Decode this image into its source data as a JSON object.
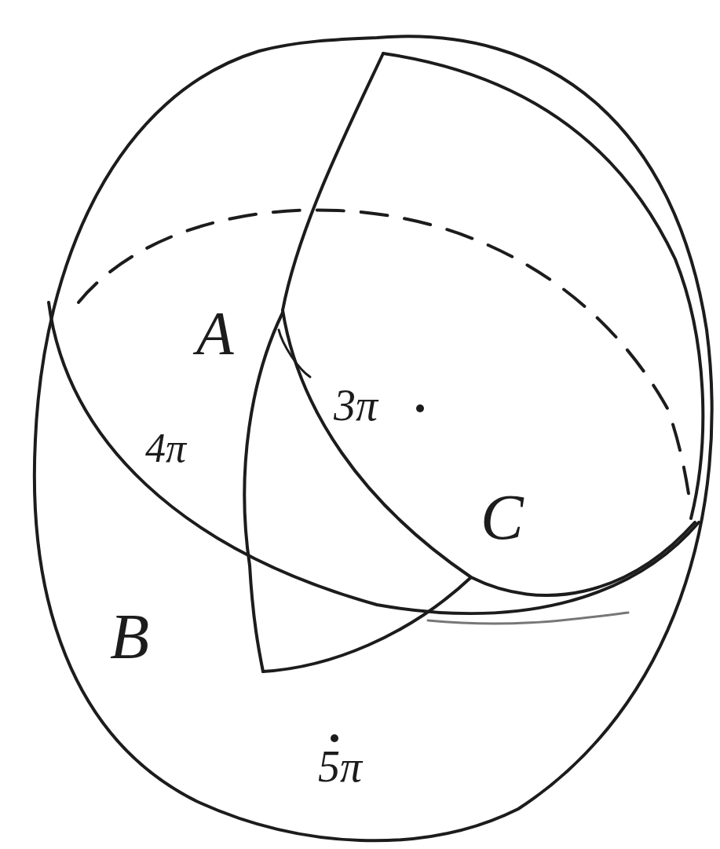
{
  "diagram": {
    "labels": [
      "A",
      "4π",
      "3π",
      "C",
      "B",
      "5π"
    ]
  }
}
